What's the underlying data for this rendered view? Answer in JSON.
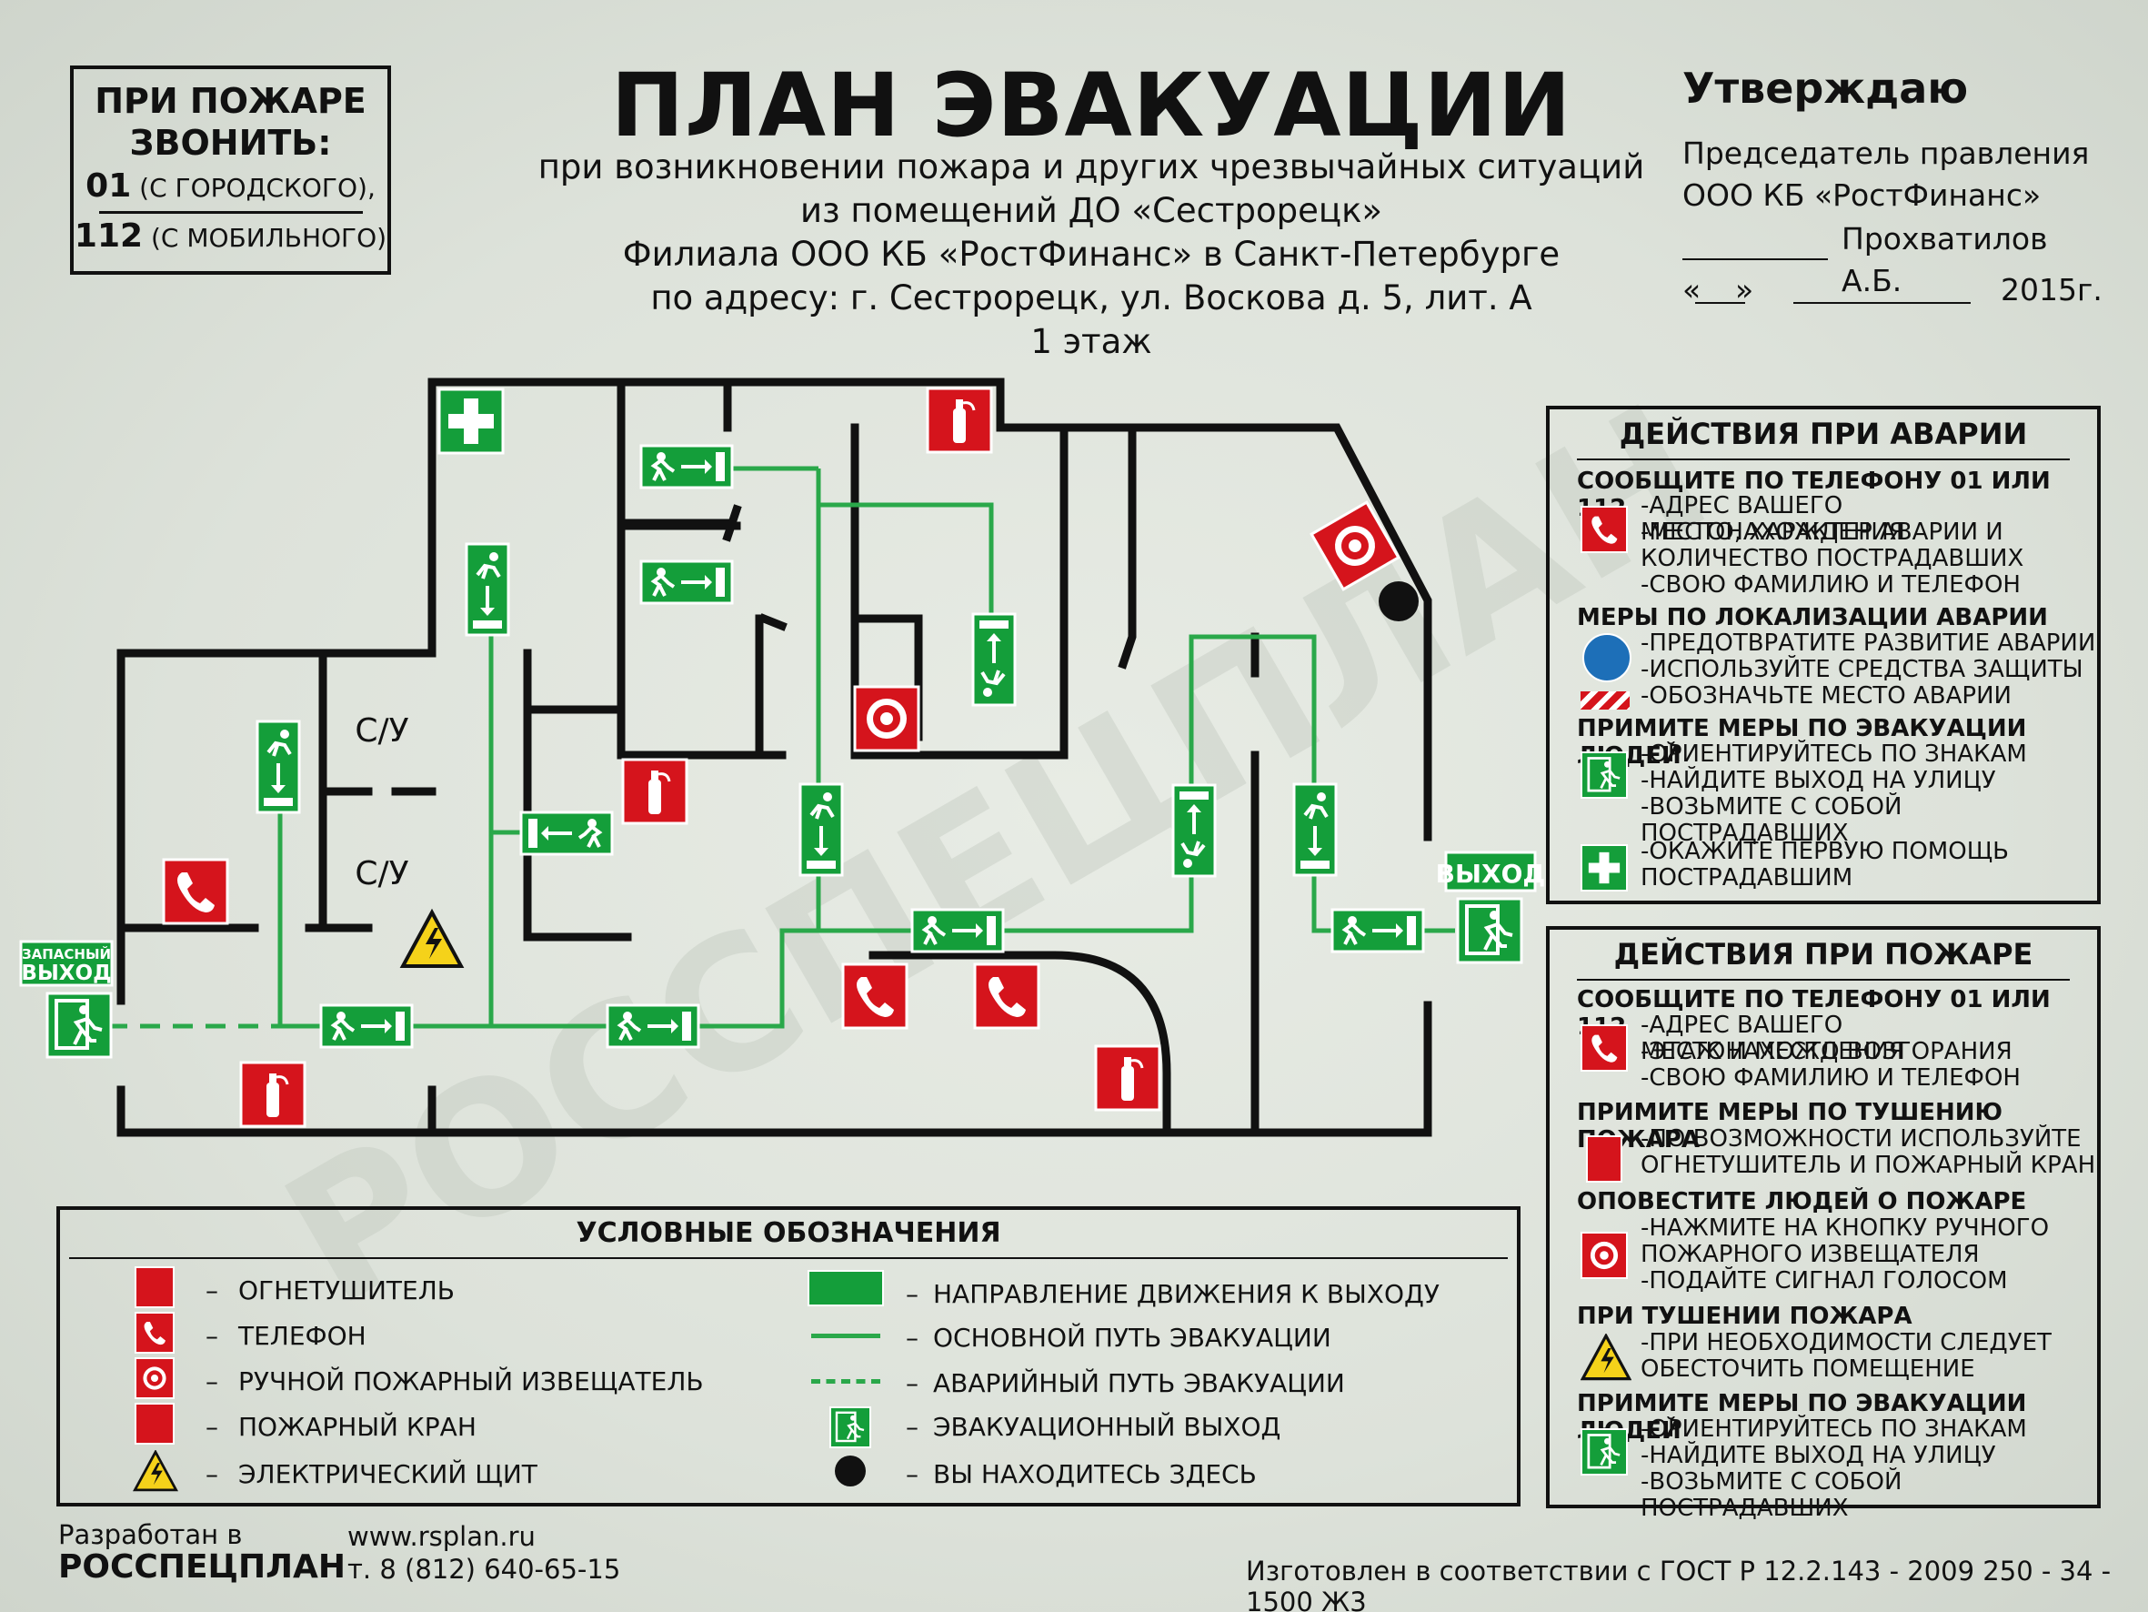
{
  "fire_call_box": {
    "title_line1": "ПРИ ПОЖАРЕ",
    "title_line2": "ЗВОНИТЬ:",
    "num1": "01",
    "num1_note": "(С ГОРОДСКОГО),",
    "num2": "112",
    "num2_note": "(С МОБИЛЬНОГО)"
  },
  "header": {
    "title": "ПЛАН ЭВАКУАЦИИ",
    "line1": "при возникновении пожара и других чрезвычайных ситуаций",
    "line2": "из помещений ДО «Сестрорецк»",
    "line3": "Филиала ООО КБ «РостФинанс» в Санкт-Петербурге",
    "line4": "по адресу: г. Сестрорецк, ул. Воскова д. 5, лит. А",
    "line5": "1 этаж"
  },
  "approval": {
    "heading": "Утверждаю",
    "line1": "Председатель правления",
    "line2": "ООО КБ «РостФинанс»",
    "signer": "Прохватилов А.Б.",
    "date_open": "«",
    "date_close": "»",
    "year": "2015г."
  },
  "plan": {
    "room_su1": "С/У",
    "room_su2": "С/У",
    "exit_label": "ВЫХОД",
    "spare_exit_line1": "ЗАПАСНЫЙ",
    "spare_exit_line2": "ВЫХОД",
    "watermark": "РОССПЕЦПЛАН"
  },
  "accident_panel": {
    "title": "ДЕЙСТВИЯ ПРИ АВАРИИ",
    "s1": "СООБЩИТЕ ПО ТЕЛЕФОНУ  01 ИЛИ 112",
    "s1_items": [
      "-АДРЕС ВАШЕГО МЕСТОНАХОЖДЕНИЯ",
      "-МЕСТО, ХАРАКТЕР АВАРИИ И",
      "КОЛИЧЕСТВО ПОСТРАДАВШИХ",
      "-СВОЮ ФАМИЛИЮ И  ТЕЛЕФОН"
    ],
    "s2": "МЕРЫ ПО ЛОКАЛИЗАЦИИ АВАРИИ",
    "s2_items": [
      "-ПРЕДОТВРАТИТЕ РАЗВИТИЕ АВАРИИ",
      "-ИСПОЛЬЗУЙТЕ СРЕДСТВА ЗАЩИТЫ",
      "-ОБОЗНАЧЬТЕ МЕСТО АВАРИИ"
    ],
    "s3": "ПРИМИТЕ МЕРЫ ПО ЭВАКУАЦИИ ЛЮДЕЙ",
    "s3_items": [
      "-ОРИЕНТИРУЙТЕСЬ ПО ЗНАКАМ",
      "-НАЙДИТЕ ВЫХОД НА УЛИЦУ",
      "-ВОЗЬМИТЕ С СОБОЙ ПОСТРАДАВШИХ"
    ],
    "s4_items": [
      "-ОКАЖИТЕ ПЕРВУЮ ПОМОЩЬ",
      "ПОСТРАДАВШИМ"
    ]
  },
  "fire_panel": {
    "title": "ДЕЙСТВИЯ ПРИ ПОЖАРЕ",
    "s1": "СООБЩИТЕ ПО ТЕЛЕФОНУ  01 ИЛИ 112",
    "s1_items": [
      "-АДРЕС ВАШЕГО МЕСТОНАХОЖДЕНИЯ",
      "-ЭТАЖ И МЕСТО ВОЗГОРАНИЯ",
      "-СВОЮ ФАМИЛИЮ И  ТЕЛЕФОН"
    ],
    "s2": "ПРИМИТЕ МЕРЫ ПО ТУШЕНИЮ ПОЖАРА",
    "s2_items": [
      "-ПО ВОЗМОЖНОСТИ ИСПОЛЬЗУЙТЕ",
      "ОГНЕТУШИТЕЛЬ И ПОЖАРНЫЙ КРАН"
    ],
    "s3": "ОПОВЕСТИТЕ ЛЮДЕЙ О ПОЖАРЕ",
    "s3_items": [
      "-НАЖМИТЕ НА КНОПКУ РУЧНОГО",
      " ПОЖАРНОГО ИЗВЕЩАТЕЛЯ",
      "-ПОДАЙТЕ СИГНАЛ ГОЛОСОМ"
    ],
    "s4": "ПРИ ТУШЕНИИ ПОЖАРА",
    "s4_items": [
      "-ПРИ НЕОБХОДИМОСТИ СЛЕДУЕТ",
      "ОБЕСТОЧИТЬ ПОМЕЩЕНИЕ"
    ],
    "s5": "ПРИМИТЕ МЕРЫ ПО ЭВАКУАЦИИ ЛЮДЕЙ",
    "s5_items": [
      "-ОРИЕНТИРУЙТЕСЬ ПО ЗНАКАМ",
      "-НАЙДИТЕ ВЫХОД НА УЛИЦУ",
      "-ВОЗЬМИТЕ С СОБОЙ ПОСТРАДАВШИХ"
    ]
  },
  "legend": {
    "title": "УСЛОВНЫЕ ОБОЗНАЧЕНИЯ",
    "dash": "–",
    "left": [
      "ОГНЕТУШИТЕЛЬ",
      "ТЕЛЕФОН",
      "РУЧНОЙ ПОЖАРНЫЙ ИЗВЕЩАТЕЛЬ",
      "ПОЖАРНЫЙ КРАН",
      "ЭЛЕКТРИЧЕСКИЙ ЩИТ"
    ],
    "right": [
      "НАПРАВЛЕНИЕ ДВИЖЕНИЯ К ВЫХОДУ",
      "ОСНОВНОЙ ПУТЬ ЭВАКУАЦИИ",
      "АВАРИЙНЫЙ ПУТЬ ЭВАКУАЦИИ",
      "ЭВАКУАЦИОННЫЙ ВЫХОД",
      "ВЫ НАХОДИТЕСЬ ЗДЕСЬ"
    ]
  },
  "footer": {
    "dev_line1": "Разработан в",
    "dev_line2": "РОССПЕЦПЛАН",
    "site": "www.rsplan.ru",
    "phone": "т. 8 (812) 640-65-15",
    "gost": "Изготовлен в соответствии с ГОСТ Р 12.2.143 - 2009 250 - 34 - 1500 Ж3"
  },
  "colors": {
    "sign_red": "#d5141c",
    "sign_green": "#149e3a",
    "route_green": "#2aa84a",
    "wall": "#111111",
    "warning_yellow": "#f5d21a"
  }
}
